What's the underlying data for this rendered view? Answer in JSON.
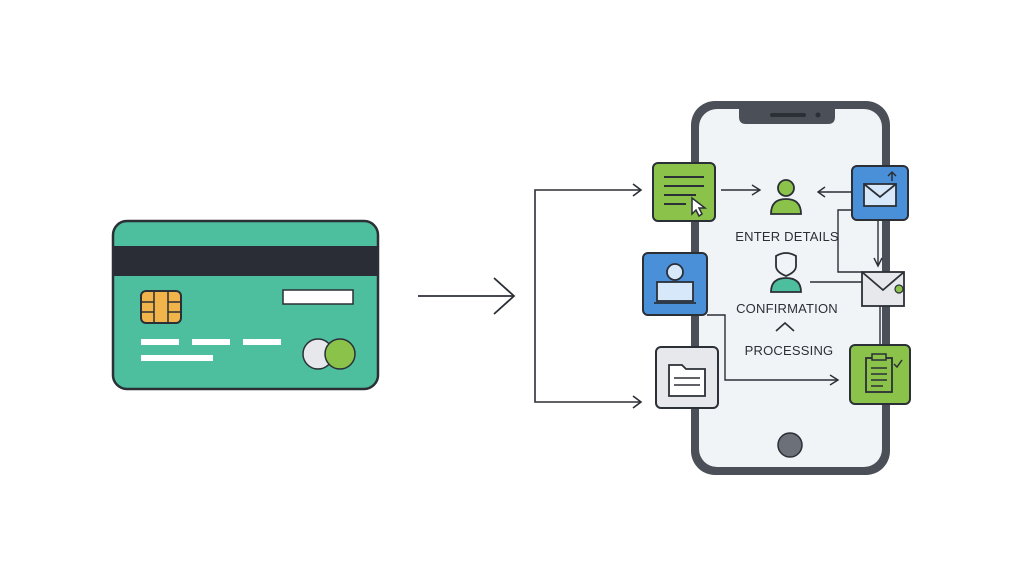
{
  "steps": {
    "enter_details": "ENTER DETAILS",
    "confirmation": "CONFIRMATION",
    "processing": "PROCESSING"
  },
  "colors": {
    "card_body": "#4dbf9f",
    "card_stripe": "#2a2d36",
    "chip": "#f0b44a",
    "green_tile": "#8ac24a",
    "blue_tile": "#4a90d9",
    "gray_tile": "#e6e8eb",
    "phone_frame": "#4a4f58",
    "phone_screen": "#f1f4f7",
    "line": "#2b2f36"
  },
  "icons": [
    "credit-card-icon",
    "form-cursor-icon",
    "user-icon",
    "email-upload-icon",
    "profile-card-icon",
    "user-shield-icon",
    "envelope-icon",
    "folder-icon",
    "document-check-icon"
  ]
}
